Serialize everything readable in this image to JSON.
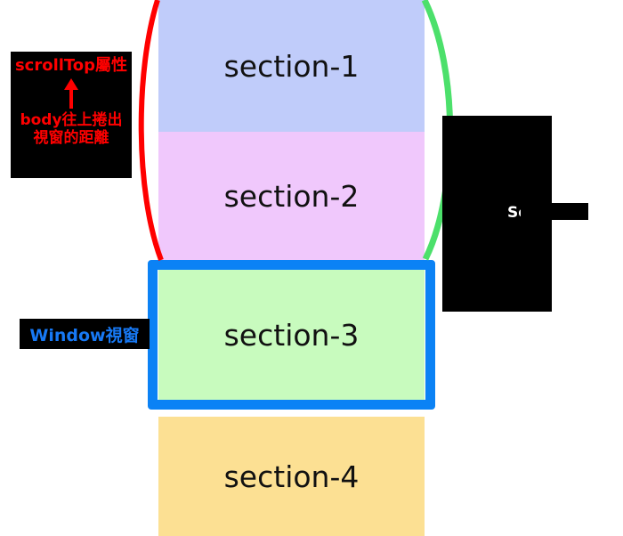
{
  "diagram": {
    "title": "scrollTop / Window viewport diagram",
    "background": "#ffffff"
  },
  "sections": [
    {
      "id": "section-1",
      "label": "section-1",
      "color": "#c0ccfa"
    },
    {
      "id": "section-2",
      "label": "section-2",
      "color": "#f0c8fc"
    },
    {
      "id": "section-3",
      "label": "section-3",
      "color": "#c8fbbe"
    },
    {
      "id": "section-4",
      "label": "section-4",
      "color": "#fce093"
    }
  ],
  "annotations": {
    "scrolltop": {
      "line1": "scrollTop屬性",
      "line2": "body往上捲出",
      "line3": "視窗的距離",
      "text_color": "#ff0000",
      "box_color": "#000000"
    },
    "scrollheight": {
      "label": "Sc",
      "text_color": "#ffffff",
      "box_color": "#000000"
    },
    "window": {
      "label": "Window視窗",
      "text_color": "#1779f5",
      "box_color": "#000000"
    }
  },
  "arcs": {
    "left_arc_color": "#ff0000",
    "right_arc_color": "#4ce06b"
  },
  "viewport_frame": {
    "border_color": "#0b82f5",
    "wraps": "section-3"
  }
}
